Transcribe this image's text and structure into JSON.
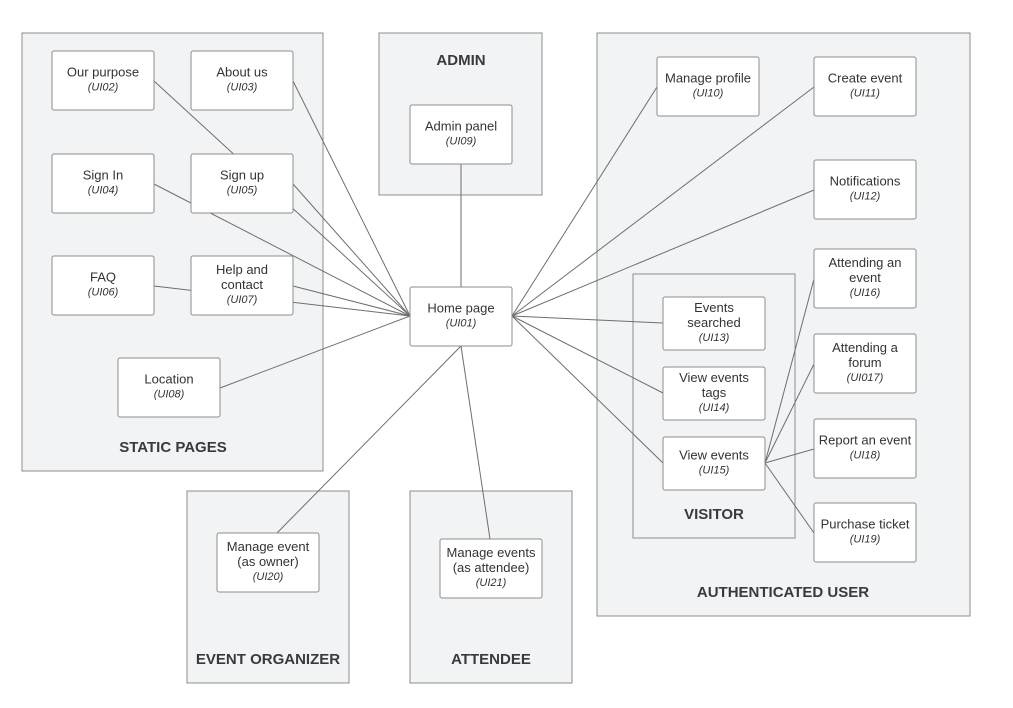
{
  "groups": {
    "static": "STATIC PAGES",
    "admin": "ADMIN",
    "auth": "AUTHENTICATED USER",
    "visitor": "VISITOR",
    "organizer": "EVENT ORGANIZER",
    "attendee": "ATTENDEE"
  },
  "nodes": {
    "ui01": {
      "lines": [
        "Home page"
      ],
      "code": "(UI01)"
    },
    "ui02": {
      "lines": [
        "Our purpose"
      ],
      "code": "(UI02)"
    },
    "ui03": {
      "lines": [
        "About us"
      ],
      "code": "(UI03)"
    },
    "ui04": {
      "lines": [
        "Sign In"
      ],
      "code": "(UI04)"
    },
    "ui05": {
      "lines": [
        "Sign up"
      ],
      "code": "(UI05)"
    },
    "ui06": {
      "lines": [
        "FAQ"
      ],
      "code": "(UI06)"
    },
    "ui07": {
      "lines": [
        "Help and",
        "contact"
      ],
      "code": "(UI07)"
    },
    "ui08": {
      "lines": [
        "Location"
      ],
      "code": "(UI08)"
    },
    "ui09": {
      "lines": [
        "Admin panel"
      ],
      "code": "(UI09)"
    },
    "ui10": {
      "lines": [
        "Manage profile"
      ],
      "code": "(UI10)"
    },
    "ui11": {
      "lines": [
        "Create event"
      ],
      "code": "(UI11)"
    },
    "ui12": {
      "lines": [
        "Notifications"
      ],
      "code": "(UI12)"
    },
    "ui13": {
      "lines": [
        "Events",
        "searched"
      ],
      "code": "(UI13)"
    },
    "ui14": {
      "lines": [
        "View events",
        "tags"
      ],
      "code": "(UI14)"
    },
    "ui15": {
      "lines": [
        "View events"
      ],
      "code": "(UI15)"
    },
    "ui16": {
      "lines": [
        "Attending an",
        "event"
      ],
      "code": "(UI16)"
    },
    "ui17": {
      "lines": [
        "Attending a",
        "forum"
      ],
      "code": "(UI017)"
    },
    "ui18": {
      "lines": [
        "Report an event"
      ],
      "code": "(UI18)"
    },
    "ui19": {
      "lines": [
        "Purchase ticket"
      ],
      "code": "(UI19)"
    },
    "ui20": {
      "lines": [
        "Manage event",
        "(as owner)"
      ],
      "code": "(UI20)"
    },
    "ui21": {
      "lines": [
        "Manage events",
        "(as attendee)"
      ],
      "code": "(UI21)"
    }
  },
  "edges": [
    [
      "ui01",
      "ui02"
    ],
    [
      "ui01",
      "ui03"
    ],
    [
      "ui01",
      "ui04"
    ],
    [
      "ui01",
      "ui05"
    ],
    [
      "ui01",
      "ui06"
    ],
    [
      "ui01",
      "ui07"
    ],
    [
      "ui01",
      "ui08"
    ],
    [
      "ui01",
      "ui09"
    ],
    [
      "ui01",
      "ui10"
    ],
    [
      "ui01",
      "ui11"
    ],
    [
      "ui01",
      "ui12"
    ],
    [
      "ui01",
      "ui13"
    ],
    [
      "ui01",
      "ui14"
    ],
    [
      "ui01",
      "ui15"
    ],
    [
      "ui01",
      "ui20"
    ],
    [
      "ui01",
      "ui21"
    ],
    [
      "ui15",
      "ui16"
    ],
    [
      "ui15",
      "ui17"
    ],
    [
      "ui15",
      "ui18"
    ],
    [
      "ui15",
      "ui19"
    ]
  ],
  "colors": {
    "group_fill": "#f2f3f5",
    "border": "#8c8c8c",
    "edge": "#6e6e6e",
    "text": "#333333"
  }
}
